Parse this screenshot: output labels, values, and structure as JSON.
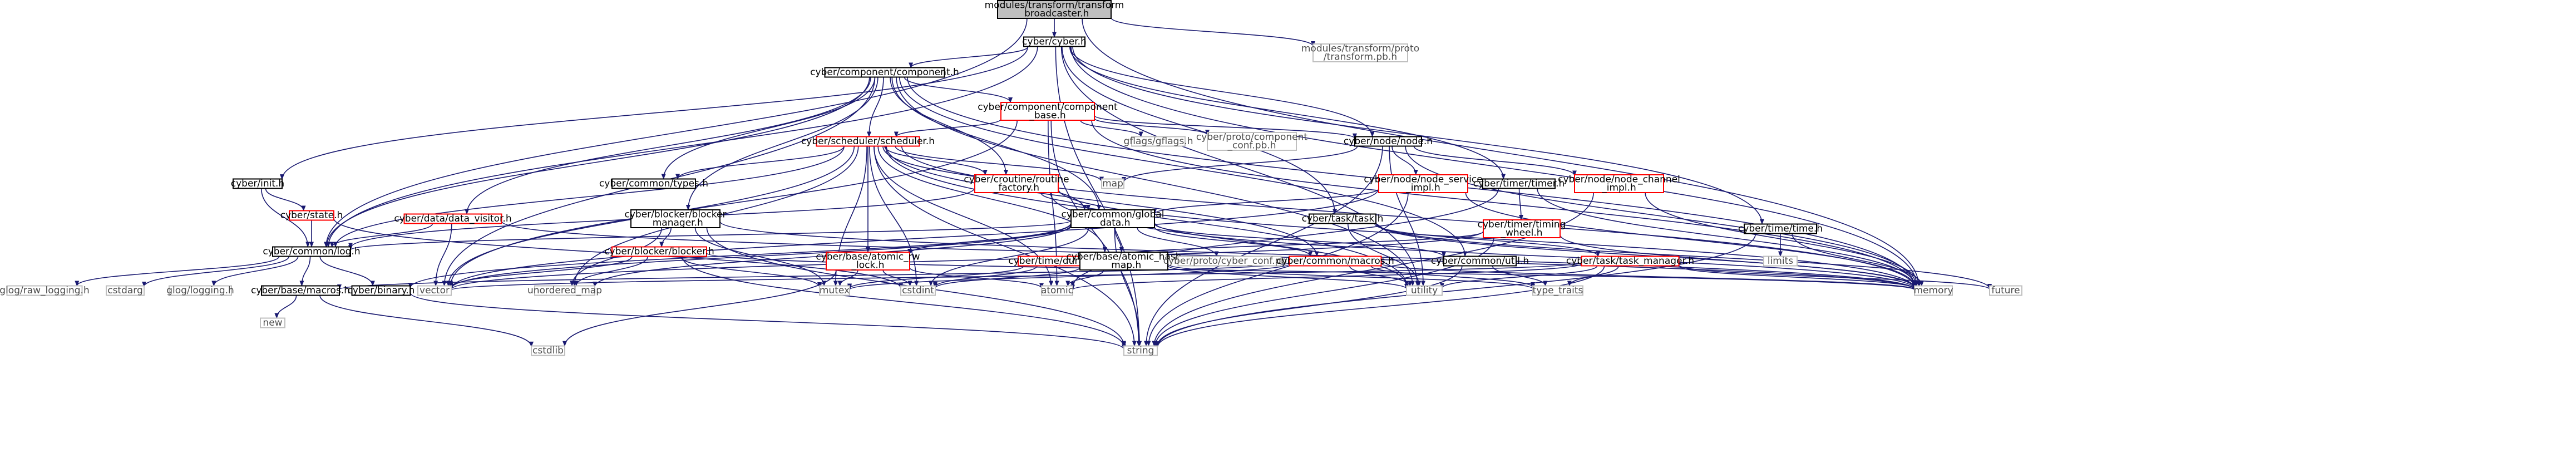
{
  "colors": {
    "edge": "#191970",
    "node_border": "#000000",
    "node_border_incomplete": "#ff0000",
    "node_border_external": "#bfbfbf",
    "root_fill": "#bfbfbf",
    "text": "#000000",
    "external_text": "#4d4d4d"
  },
  "nodes": [
    {
      "id": "root",
      "lines": [
        "modules/transform/transform",
        "_broadcaster.h"
      ],
      "kind": "root"
    },
    {
      "id": "cyber_h",
      "lines": [
        "cyber/cyber.h"
      ],
      "kind": "normal"
    },
    {
      "id": "tf_pb",
      "lines": [
        "modules/transform/proto",
        "/transform.pb.h"
      ],
      "kind": "external"
    },
    {
      "id": "component",
      "lines": [
        "cyber/component/component.h"
      ],
      "kind": "normal"
    },
    {
      "id": "component_base",
      "lines": [
        "cyber/component/component",
        "_base.h"
      ],
      "kind": "incomplete"
    },
    {
      "id": "scheduler",
      "lines": [
        "cyber/scheduler/scheduler.h"
      ],
      "kind": "incomplete"
    },
    {
      "id": "gflags",
      "lines": [
        "gflags/gflags.h"
      ],
      "kind": "external"
    },
    {
      "id": "component_conf",
      "lines": [
        "cyber/proto/component",
        "_conf.pb.h"
      ],
      "kind": "external"
    },
    {
      "id": "node",
      "lines": [
        "cyber/node/node.h"
      ],
      "kind": "normal"
    },
    {
      "id": "map",
      "lines": [
        "map"
      ],
      "kind": "external"
    },
    {
      "id": "init",
      "lines": [
        "cyber/init.h"
      ],
      "kind": "normal"
    },
    {
      "id": "common_types",
      "lines": [
        "cyber/common/types.h"
      ],
      "kind": "normal"
    },
    {
      "id": "routine_factory",
      "lines": [
        "cyber/croutine/routine",
        "_factory.h"
      ],
      "kind": "incomplete"
    },
    {
      "id": "node_service",
      "lines": [
        "cyber/node/node_service",
        "_impl.h"
      ],
      "kind": "incomplete"
    },
    {
      "id": "node_channel",
      "lines": [
        "cyber/node/node_channel",
        "_impl.h"
      ],
      "kind": "incomplete"
    },
    {
      "id": "timer",
      "lines": [
        "cyber/timer/timer.h"
      ],
      "kind": "normal"
    },
    {
      "id": "state",
      "lines": [
        "cyber/state.h"
      ],
      "kind": "incomplete"
    },
    {
      "id": "blocker_manager",
      "lines": [
        "cyber/blocker/blocker",
        "_manager.h"
      ],
      "kind": "normal"
    },
    {
      "id": "data_visitor",
      "lines": [
        "cyber/data/data_visitor.h"
      ],
      "kind": "incomplete"
    },
    {
      "id": "global_data",
      "lines": [
        "cyber/common/global",
        "_data.h"
      ],
      "kind": "normal"
    },
    {
      "id": "task",
      "lines": [
        "cyber/task/task.h"
      ],
      "kind": "normal"
    },
    {
      "id": "timing_wheel",
      "lines": [
        "cyber/timer/timing",
        "_wheel.h"
      ],
      "kind": "incomplete"
    },
    {
      "id": "time_h",
      "lines": [
        "cyber/time/time.h"
      ],
      "kind": "normal"
    },
    {
      "id": "common_log",
      "lines": [
        "cyber/common/log.h"
      ],
      "kind": "normal"
    },
    {
      "id": "blocker_h",
      "lines": [
        "cyber/blocker/blocker.h"
      ],
      "kind": "incomplete"
    },
    {
      "id": "atomic_rw_lock",
      "lines": [
        "cyber/base/atomic_rw",
        "_lock.h"
      ],
      "kind": "incomplete"
    },
    {
      "id": "duration",
      "lines": [
        "cyber/time/duration.h"
      ],
      "kind": "incomplete"
    },
    {
      "id": "atomic_hash_map",
      "lines": [
        "cyber/base/atomic_hash",
        "_map.h"
      ],
      "kind": "normal"
    },
    {
      "id": "proto_conf",
      "lines": [
        "cyber/proto/cyber_conf.pb.h"
      ],
      "kind": "external"
    },
    {
      "id": "macros",
      "lines": [
        "cyber/common/macros.h"
      ],
      "kind": "incomplete"
    },
    {
      "id": "util",
      "lines": [
        "cyber/common/util.h"
      ],
      "kind": "normal"
    },
    {
      "id": "task_manager",
      "lines": [
        "cyber/task/task_manager.h"
      ],
      "kind": "incomplete"
    },
    {
      "id": "limits",
      "lines": [
        "limits"
      ],
      "kind": "external"
    },
    {
      "id": "glog_raw",
      "lines": [
        "glog/raw_logging.h"
      ],
      "kind": "external"
    },
    {
      "id": "cstdarg",
      "lines": [
        "cstdarg"
      ],
      "kind": "external"
    },
    {
      "id": "glog_logging",
      "lines": [
        "glog/logging.h"
      ],
      "kind": "external"
    },
    {
      "id": "base_macros",
      "lines": [
        "cyber/base/macros.h"
      ],
      "kind": "normal"
    },
    {
      "id": "binary",
      "lines": [
        "cyber/binary.h"
      ],
      "kind": "normal"
    },
    {
      "id": "vector",
      "lines": [
        "vector"
      ],
      "kind": "external"
    },
    {
      "id": "unordered_map",
      "lines": [
        "unordered_map"
      ],
      "kind": "external"
    },
    {
      "id": "mutex",
      "lines": [
        "mutex"
      ],
      "kind": "external"
    },
    {
      "id": "cstdint",
      "lines": [
        "cstdint"
      ],
      "kind": "external"
    },
    {
      "id": "atomic",
      "lines": [
        "atomic"
      ],
      "kind": "external"
    },
    {
      "id": "utility",
      "lines": [
        "utility"
      ],
      "kind": "external"
    },
    {
      "id": "type_traits",
      "lines": [
        "type_traits"
      ],
      "kind": "external"
    },
    {
      "id": "memory",
      "lines": [
        "memory"
      ],
      "kind": "external"
    },
    {
      "id": "future",
      "lines": [
        "future"
      ],
      "kind": "external"
    },
    {
      "id": "new",
      "lines": [
        "new"
      ],
      "kind": "external"
    },
    {
      "id": "cstdlib",
      "lines": [
        "cstdlib"
      ],
      "kind": "external"
    },
    {
      "id": "string",
      "lines": [
        "string"
      ],
      "kind": "external"
    }
  ],
  "edges": [
    [
      "root",
      "cyber_h"
    ],
    [
      "root",
      "tf_pb"
    ],
    [
      "root",
      "memory"
    ],
    [
      "root",
      "common_log"
    ],
    [
      "cyber_h",
      "component"
    ],
    [
      "cyber_h",
      "init"
    ],
    [
      "cyber_h",
      "node"
    ],
    [
      "cyber_h",
      "task"
    ],
    [
      "cyber_h",
      "timer"
    ],
    [
      "cyber_h",
      "time_h"
    ],
    [
      "cyber_h",
      "common_log"
    ],
    [
      "cyber_h",
      "memory"
    ],
    [
      "cyber_h",
      "string"
    ],
    [
      "cyber_h",
      "utility"
    ],
    [
      "component",
      "component_base"
    ],
    [
      "component",
      "scheduler"
    ],
    [
      "component",
      "routine_factory"
    ],
    [
      "component",
      "common_types"
    ],
    [
      "component",
      "data_visitor"
    ],
    [
      "component",
      "global_data"
    ],
    [
      "component",
      "util"
    ],
    [
      "component",
      "common_log"
    ],
    [
      "component",
      "memory"
    ],
    [
      "component",
      "utility"
    ],
    [
      "component",
      "vector"
    ],
    [
      "component",
      "blocker_manager"
    ],
    [
      "component_base",
      "gflags"
    ],
    [
      "component_base",
      "component_conf"
    ],
    [
      "component_base",
      "node"
    ],
    [
      "component_base",
      "scheduler"
    ],
    [
      "component_base",
      "atomic"
    ],
    [
      "component_base",
      "memory"
    ],
    [
      "component_base",
      "string"
    ],
    [
      "component_base",
      "vector"
    ],
    [
      "scheduler",
      "map"
    ],
    [
      "scheduler",
      "common_types"
    ],
    [
      "scheduler",
      "routine_factory"
    ],
    [
      "scheduler",
      "global_data"
    ],
    [
      "scheduler",
      "macros"
    ],
    [
      "scheduler",
      "common_log"
    ],
    [
      "scheduler",
      "atomic_rw_lock"
    ],
    [
      "scheduler",
      "atomic_hash_map"
    ],
    [
      "scheduler",
      "mutex"
    ],
    [
      "scheduler",
      "string"
    ],
    [
      "scheduler",
      "vector"
    ],
    [
      "scheduler",
      "unordered_map"
    ],
    [
      "scheduler",
      "memory"
    ],
    [
      "scheduler",
      "utility"
    ],
    [
      "scheduler",
      "atomic"
    ],
    [
      "scheduler",
      "cstdint"
    ],
    [
      "node",
      "map"
    ],
    [
      "node",
      "memory"
    ],
    [
      "node",
      "node_service"
    ],
    [
      "node",
      "node_channel"
    ],
    [
      "node",
      "string"
    ],
    [
      "node",
      "utility"
    ],
    [
      "init",
      "common_log"
    ],
    [
      "init",
      "state"
    ],
    [
      "routine_factory",
      "global_data"
    ],
    [
      "routine_factory",
      "common_log"
    ],
    [
      "routine_factory",
      "utility"
    ],
    [
      "routine_factory",
      "memory"
    ],
    [
      "node_service",
      "global_data"
    ],
    [
      "node_service",
      "memory"
    ],
    [
      "node_service",
      "string"
    ],
    [
      "node_service",
      "vector"
    ],
    [
      "node_channel",
      "memory"
    ],
    [
      "node_channel",
      "string"
    ],
    [
      "timer",
      "timing_wheel"
    ],
    [
      "timer",
      "memory"
    ],
    [
      "timer",
      "atomic"
    ],
    [
      "state",
      "common_log"
    ],
    [
      "state",
      "cstdint"
    ],
    [
      "blocker_manager",
      "blocker_h"
    ],
    [
      "blocker_manager",
      "memory"
    ],
    [
      "blocker_manager",
      "mutex"
    ],
    [
      "blocker_manager",
      "string"
    ],
    [
      "blocker_manager",
      "unordered_map"
    ],
    [
      "data_visitor",
      "common_log"
    ],
    [
      "data_visitor",
      "vector"
    ],
    [
      "data_visitor",
      "memory"
    ],
    [
      "global_data",
      "proto_conf"
    ],
    [
      "global_data",
      "macros"
    ],
    [
      "global_data",
      "util"
    ],
    [
      "global_data",
      "atomic_hash_map"
    ],
    [
      "global_data",
      "common_log"
    ],
    [
      "global_data",
      "string"
    ],
    [
      "global_data",
      "unordered_map"
    ],
    [
      "global_data",
      "memory"
    ],
    [
      "global_data",
      "binary"
    ],
    [
      "global_data",
      "vector"
    ],
    [
      "global_data",
      "cstdint"
    ],
    [
      "global_data",
      "atomic_rw_lock"
    ],
    [
      "task",
      "task_manager"
    ],
    [
      "task",
      "future"
    ],
    [
      "task",
      "memory"
    ],
    [
      "task",
      "utility"
    ],
    [
      "timing_wheel",
      "duration"
    ],
    [
      "timing_wheel",
      "memory"
    ],
    [
      "timing_wheel",
      "string"
    ],
    [
      "timing_wheel",
      "vector"
    ],
    [
      "time_h",
      "limits"
    ],
    [
      "time_h",
      "string"
    ],
    [
      "time_h",
      "memory"
    ],
    [
      "common_log",
      "glog_raw"
    ],
    [
      "common_log",
      "cstdarg"
    ],
    [
      "common_log",
      "glog_logging"
    ],
    [
      "common_log",
      "binary"
    ],
    [
      "common_log",
      "base_macros"
    ],
    [
      "blocker_h",
      "mutex"
    ],
    [
      "blocker_h",
      "vector"
    ],
    [
      "blocker_h",
      "string"
    ],
    [
      "blocker_h",
      "unordered_map"
    ],
    [
      "blocker_h",
      "memory"
    ],
    [
      "atomic_rw_lock",
      "cstdint"
    ],
    [
      "atomic_rw_lock",
      "mutex"
    ],
    [
      "atomic_rw_lock",
      "atomic"
    ],
    [
      "atomic_rw_lock",
      "cstdlib"
    ],
    [
      "duration",
      "cstdint"
    ],
    [
      "duration",
      "mutex"
    ],
    [
      "atomic_hash_map",
      "cstdint"
    ],
    [
      "atomic_hash_map",
      "atomic"
    ],
    [
      "atomic_hash_map",
      "type_traits"
    ],
    [
      "atomic_hash_map",
      "utility"
    ],
    [
      "macros",
      "base_macros"
    ],
    [
      "macros",
      "memory"
    ],
    [
      "macros",
      "mutex"
    ],
    [
      "macros",
      "type_traits"
    ],
    [
      "macros",
      "utility"
    ],
    [
      "util",
      "string"
    ],
    [
      "util",
      "type_traits"
    ],
    [
      "task_manager",
      "future"
    ],
    [
      "task_manager",
      "memory"
    ],
    [
      "task_manager",
      "string"
    ],
    [
      "task_manager",
      "utility"
    ],
    [
      "task_manager",
      "vector"
    ],
    [
      "task_manager",
      "atomic"
    ],
    [
      "task_manager",
      "type_traits"
    ],
    [
      "base_macros",
      "cstdlib"
    ],
    [
      "base_macros",
      "new"
    ],
    [
      "binary",
      "string"
    ]
  ]
}
